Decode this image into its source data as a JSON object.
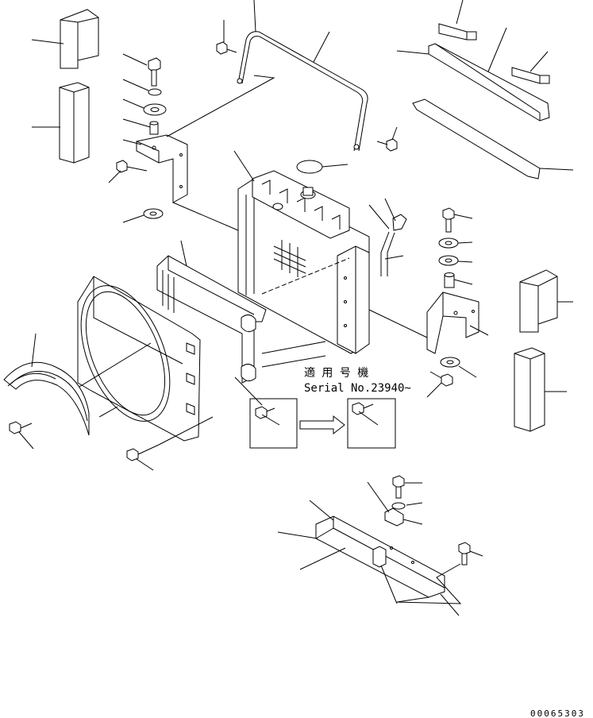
{
  "applicable_serial": {
    "line1": "適 用 号 機",
    "line2": "Serial No.23940~"
  },
  "drawing_code": "00065303",
  "colors": {
    "ink": "#000000",
    "paper": "#ffffff"
  }
}
